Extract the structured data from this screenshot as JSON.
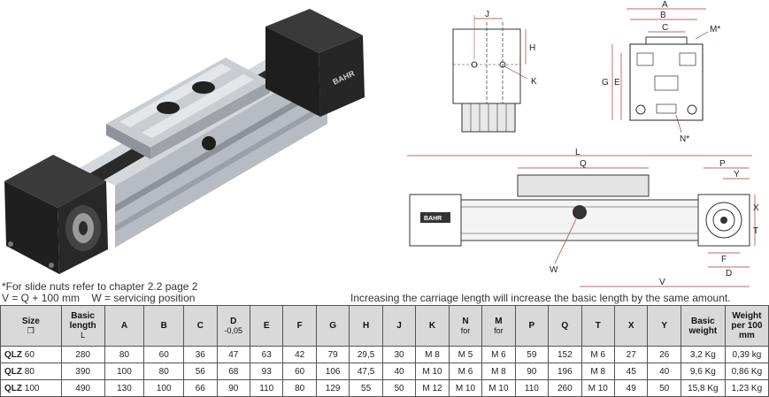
{
  "notes": {
    "line1": "*For slide nuts refer to chapter 2.2 page 2",
    "line2": "V = Q + 100 mm    W = servicing position",
    "carriage": "Increasing the carriage length will increase the basic length by the same amount."
  },
  "logo_text": "BAHR",
  "dim_labels": {
    "J": "J",
    "H": "H",
    "K": "K",
    "A": "A",
    "B": "B",
    "C": "C",
    "M": "M*",
    "E": "E",
    "G": "G",
    "N": "N*",
    "L": "L",
    "Q": "Q",
    "P": "P",
    "Y": "Y",
    "X": "X",
    "T": "T",
    "F": "F",
    "D": "D",
    "W": "W",
    "V": "V"
  },
  "table": {
    "headers": [
      {
        "main": "Size",
        "sub": "❒"
      },
      {
        "main": "Basic length",
        "sub": "L"
      },
      {
        "main": "A",
        "sub": ""
      },
      {
        "main": "B",
        "sub": ""
      },
      {
        "main": "C",
        "sub": ""
      },
      {
        "main": "D",
        "sub": "-0,05"
      },
      {
        "main": "E",
        "sub": ""
      },
      {
        "main": "F",
        "sub": ""
      },
      {
        "main": "G",
        "sub": ""
      },
      {
        "main": "H",
        "sub": ""
      },
      {
        "main": "J",
        "sub": ""
      },
      {
        "main": "K",
        "sub": ""
      },
      {
        "main": "N",
        "sub": "for"
      },
      {
        "main": "M",
        "sub": "for"
      },
      {
        "main": "P",
        "sub": ""
      },
      {
        "main": "Q",
        "sub": ""
      },
      {
        "main": "T",
        "sub": ""
      },
      {
        "main": "X",
        "sub": ""
      },
      {
        "main": "Y",
        "sub": ""
      },
      {
        "main": "Basic weight",
        "sub": ""
      },
      {
        "main": "Weight per 100 mm",
        "sub": ""
      }
    ],
    "rows": [
      {
        "size": "QLZ",
        "num": "60",
        "cells": [
          "280",
          "80",
          "60",
          "36",
          "47",
          "63",
          "42",
          "79",
          "29,5",
          "30",
          "M 8",
          "M 5",
          "M 6",
          "59",
          "152",
          "M 6",
          "27",
          "26",
          "3,2 Kg",
          "0,39 kg"
        ]
      },
      {
        "size": "QLZ",
        "num": "80",
        "cells": [
          "390",
          "100",
          "80",
          "56",
          "68",
          "93",
          "60",
          "106",
          "47,5",
          "40",
          "M 10",
          "M 6",
          "M 8",
          "90",
          "196",
          "M 8",
          "45",
          "40",
          "9,6 Kg",
          "0,86 Kg"
        ]
      },
      {
        "size": "QLZ",
        "num": "100",
        "cells": [
          "490",
          "130",
          "100",
          "66",
          "90",
          "110",
          "80",
          "129",
          "55",
          "50",
          "M 12",
          "M 10",
          "M 10",
          "110",
          "260",
          "M 10",
          "49",
          "50",
          "15,8 Kg",
          "1,23 Kg"
        ]
      }
    ]
  }
}
